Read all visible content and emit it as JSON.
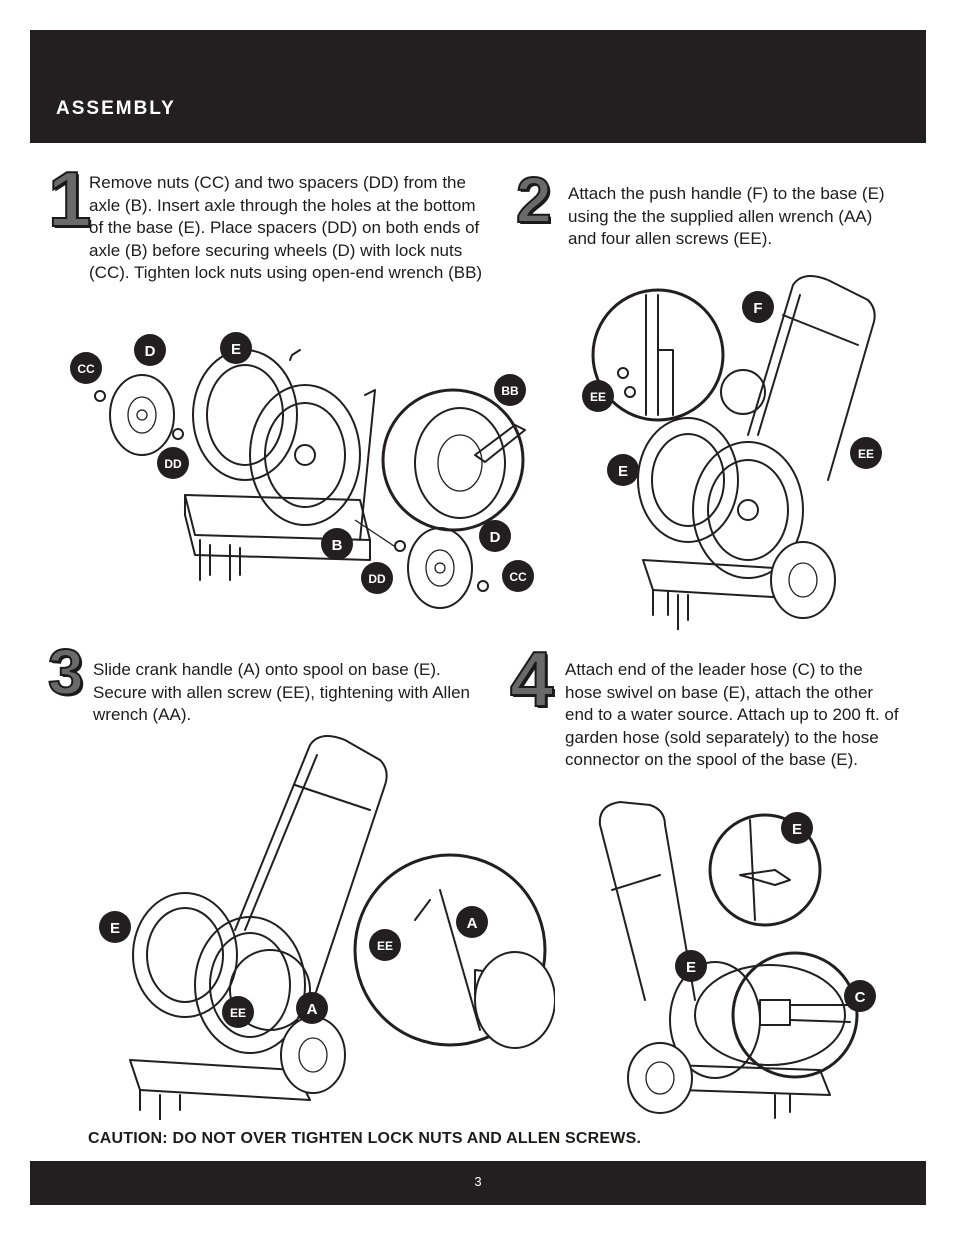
{
  "header": {
    "title": "ASSEMBLY"
  },
  "steps": [
    {
      "number": "1",
      "text": "Remove nuts (CC) and two spacers (DD) from the axle (B). Insert axle through the holes at the bottom of the base (E). Place spacers (DD) on both ends of axle (B) before securing wheels (D) with lock nuts (CC). Tighten lock nuts using open-end wrench (BB)",
      "callouts": [
        "CC",
        "D",
        "E",
        "BB",
        "DD",
        "B",
        "D",
        "DD",
        "CC"
      ]
    },
    {
      "number": "2",
      "text": "Attach the push handle (F) to the base (E) using the the supplied allen wrench (AA) and four allen screws (EE).",
      "callouts": [
        "F",
        "EE",
        "EE",
        "E"
      ]
    },
    {
      "number": "3",
      "text": "Slide crank handle (A) onto spool on base (E). Secure with allen screw (EE), tightening with Allen wrench (AA).",
      "callouts": [
        "E",
        "EE",
        "A",
        "EE",
        "A"
      ]
    },
    {
      "number": "4",
      "text": "Attach end of the leader hose (C) to the hose swivel on base (E), attach the other end to a water source. Attach up to 200 ft. of garden hose (sold separately) to the hose connector on the spool of the base (E).",
      "callouts": [
        "E",
        "E",
        "C"
      ]
    }
  ],
  "caution": {
    "label": "CAUTION:",
    "text": "DO NOT OVER TIGHTEN LOCK NUTS AND ALLEN SCREWS."
  },
  "footer": {
    "page_number": "3"
  }
}
